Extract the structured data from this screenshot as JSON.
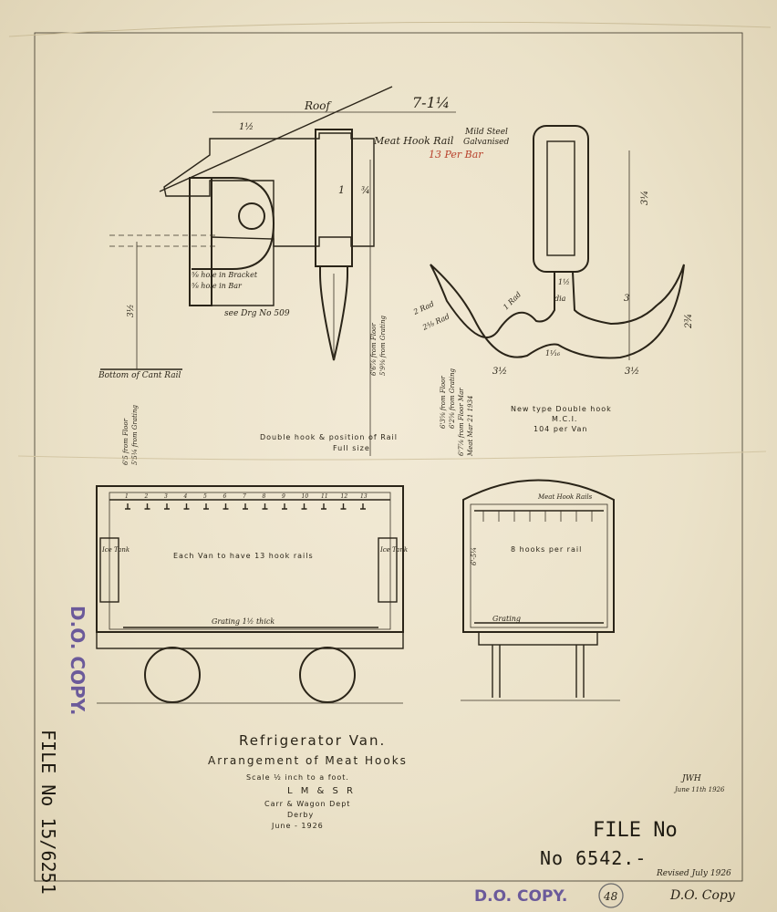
{
  "detail": {
    "roof_label": "Roof",
    "dim_7_1_4": "7-1¼",
    "dim_1_half": "1½",
    "meat_hook_rail": "Meat Hook Rail",
    "mild_steel": "Mild Steel",
    "galvanised": "Galvanised",
    "per_bar": "13 Per Bar",
    "dim_3_quarter": "¾",
    "dim_1": "1",
    "double_hook_label": "Double hook",
    "hole_bracket": "⅝ hole in Bracket",
    "hole_bar": "⅝ hole in Bar",
    "see_drg": "see Drg No 509",
    "bottom_cant_rail": "Bottom of Cant Rail",
    "dim_3_half": "3½",
    "from_floor_1": "6'5 from Floor",
    "from_grating_1": "5'5¼ from Grating",
    "from_floor_2": "6'6⅞ from Floor",
    "from_grating_2": "5'9⅜ from Grating",
    "from_floor_3": "6'3⅝ from Floor",
    "from_grating_3": "6'2⅝ from Grating",
    "from_floor_4": "6'7⅞ from Floor Mar",
    "from_floor_5": "Meat Mar 21 1934",
    "dim_2_rad": "2 Rad",
    "dim_2_3_rad": "2⅜ Rad",
    "dim_1_rad": "1 Rad",
    "dim_dia": "dia",
    "dim_3_right": "3",
    "dim_2_3_4": "2¾",
    "dim_3_half_b": "3½",
    "dim_3_half_c": "3½",
    "dim_1_1_half": "1½",
    "dim_3_1_4": "3¼",
    "dim_1_1_16": "1¹⁄₁₆",
    "full_size_title": "Double hook & position of Rail",
    "full_size": "Full size",
    "new_type": "New type Double hook",
    "mci": "M.C.I.",
    "per_van": "104 per Van"
  },
  "side_view": {
    "note": "Each Van to have 13 hook rails",
    "ice_tank_left": "Ice Tank",
    "ice_tank_right": "Ice Tank",
    "grating": "Grating 1½ thick",
    "rail_numbers": [
      "1",
      "2",
      "3",
      "4",
      "5",
      "6",
      "7",
      "8",
      "9",
      "10",
      "11",
      "12",
      "13"
    ]
  },
  "end_view": {
    "rail_label": "Meat Hook Rails",
    "hooks_per_rail": "8 hooks per rail",
    "grating": "Grating",
    "height": "6'-5¼"
  },
  "title_block": {
    "title": "Refrigerator Van.",
    "subtitle": "Arrangement of Meat Hooks",
    "scale": "Scale ½ inch to a foot.",
    "company": "L M & S R",
    "dept": "Carr & Wagon Dept",
    "place": "Derby",
    "date": "June - 1926"
  },
  "initials": "JWH",
  "initials_date": "June 11th 1926",
  "file_label": "FILE No",
  "drawing_number": "No 6542.-",
  "revised": "Revised July 1926",
  "stamp_do_copy_left": "D.O. COPY.",
  "stamp_file_no": "FILE No 15/6251",
  "stamp_do_copy_bottom": "D.O. COPY.",
  "circle_number": "48",
  "do_copy_hand": "D.O. Copy"
}
